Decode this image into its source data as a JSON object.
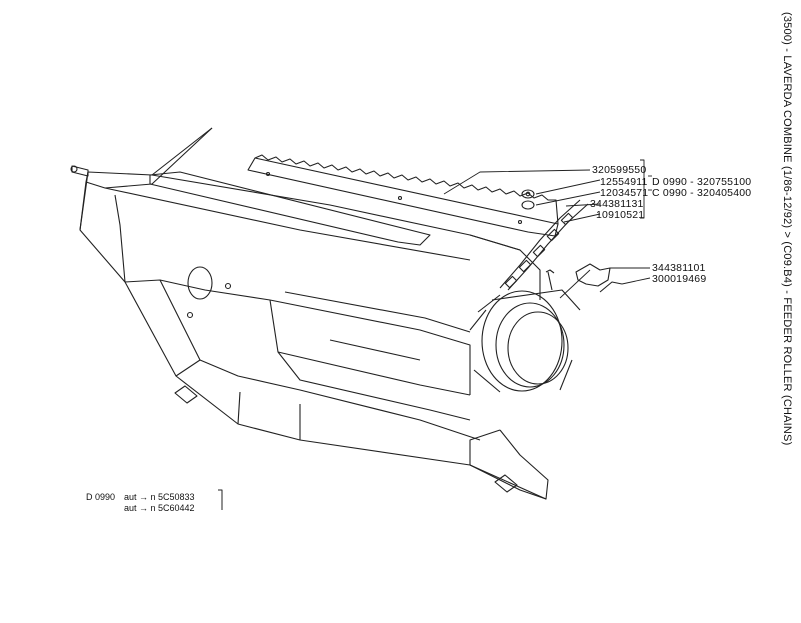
{
  "title": "(3500) - LAVERDA COMBINE (1/86-12/92) > (C09.B4) - FEEDER ROLLER (CHAINS)",
  "parts": [
    {
      "number": "320599550"
    },
    {
      "number": "12554911"
    },
    {
      "number": "12034571"
    },
    {
      "number": "344381131"
    },
    {
      "number": "10910521"
    },
    {
      "number": "344381101"
    },
    {
      "number": "300019469"
    }
  ],
  "variants": [
    {
      "label": "D 0990 - 320755100"
    },
    {
      "label": "C 0990 - 320405400"
    }
  ],
  "legend": {
    "model": "D 0990",
    "rows": [
      "aut  → n  5C50833",
      "aut  → n  5C60442"
    ]
  }
}
